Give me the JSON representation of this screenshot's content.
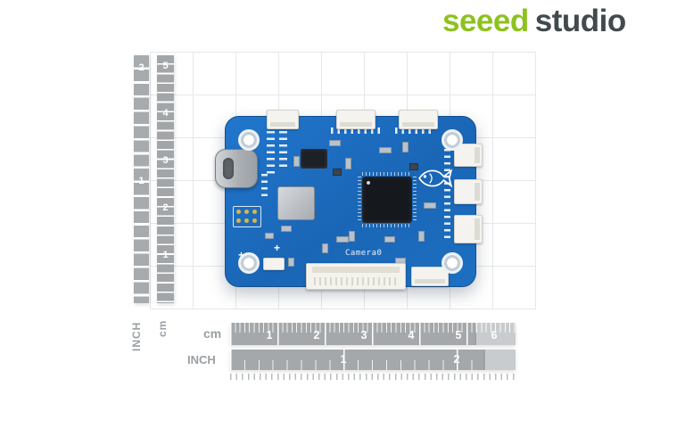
{
  "brand": {
    "name_primary": "seeed",
    "name_secondary": "studio",
    "color_primary": "#8dc21f",
    "color_secondary": "#414a4c"
  },
  "rulers": {
    "left_inch": {
      "label": "INCH",
      "numbers": [
        "2",
        "1"
      ]
    },
    "left_cm": {
      "label": "cm",
      "numbers": [
        "5",
        "4",
        "3",
        "2",
        "1"
      ]
    },
    "bottom_cm": {
      "label": "cm",
      "numbers": [
        "1",
        "2",
        "3",
        "4",
        "5",
        "6"
      ]
    },
    "bottom_inch": {
      "label": "INCH",
      "numbers": [
        "1",
        "2"
      ]
    }
  },
  "board": {
    "silkscreen_label": "Camera0",
    "pcb_color": "#1d6dc2"
  }
}
